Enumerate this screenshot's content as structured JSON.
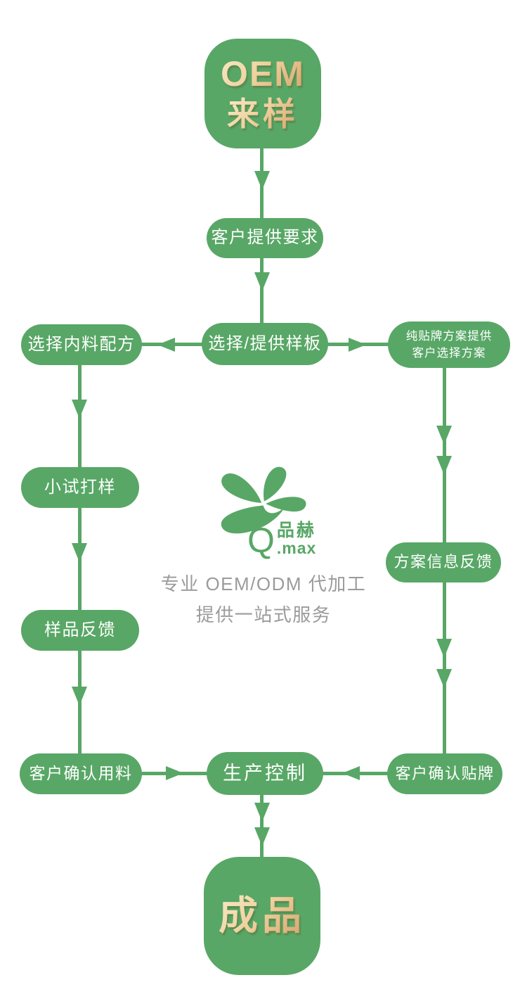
{
  "flow": {
    "start_line1": "OEM",
    "start_line2": "来样",
    "requirements": "客户提供要求",
    "formula": "选择内料配方",
    "sample": "选择/提供样板",
    "plan_line1": "纯贴牌方案提供",
    "plan_line2": "客户选择方案",
    "trial": "小试打样",
    "sample_feedback": "样品反馈",
    "confirm_material": "客户确认用料",
    "plan_feedback": "方案信息反馈",
    "confirm_label": "客户确认贴牌",
    "production": "生产控制",
    "end": "成品"
  },
  "brand": {
    "logo_q": "Q",
    "logo_cn": "品赫",
    "logo_suffix": ".max",
    "tagline_line1": "专业 OEM/ODM 代加工",
    "tagline_line2": "提供一站式服务"
  },
  "colors": {
    "green": "#58A766",
    "gold_light": "#F7E7C0",
    "gold_dark": "#D9A36B",
    "tagline_gray": "#9B9B9B",
    "background": "#FFFFFF"
  }
}
